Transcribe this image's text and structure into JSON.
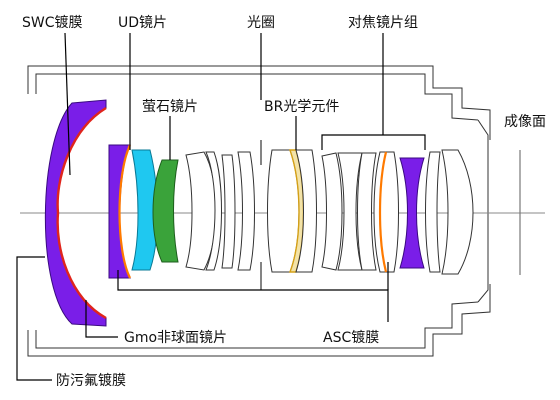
{
  "labels": {
    "swc": "SWC镀膜",
    "ud": "UD镜片",
    "aperture": "光圈",
    "focus_group": "对焦镜片组",
    "fluorite": "萤石镜片",
    "br": "BR光学元件",
    "image_plane": "成像面",
    "gmo": "Gmo非球面镜片",
    "asc": "ASC镀膜",
    "fluorine": "防污氟镀膜"
  },
  "colors": {
    "front_element": "#7a1ee8",
    "coating_swc": "#e0251c",
    "coating_asc": "#ff7a00",
    "ud_element": "#1fc8f0",
    "fluorite_element": "#3aa33a",
    "br_element": "#d4a017",
    "outline": "#333333",
    "leader": "#000000",
    "axis": "#888888"
  }
}
